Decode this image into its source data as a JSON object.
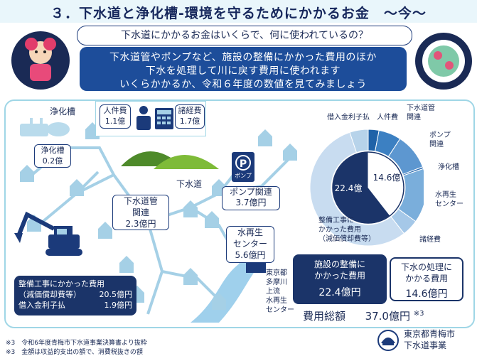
{
  "header": {
    "title": "３．下水道と浄化槽‐環境を守るためにかかるお金　～今～"
  },
  "question": "下水道にかかるお金はいくらで、何に使われているの？",
  "intro_lines": [
    "下水道管やポンプなど、施設の整備にかかった費用のほか",
    "下水を処理して川に戻す費用に使われます",
    "いくらかかるか、令和６年度の数値を見てみましょう"
  ],
  "diagram": {
    "johkaso_label": "浄化槽",
    "johkaso_cost": [
      "浄化槽",
      "0.2億"
    ],
    "jinken": [
      "人件費",
      "1.1億"
    ],
    "shokeihi": [
      "諸経費",
      "1.7億"
    ],
    "gesuido_label": "下水道",
    "kanro": [
      "下水道管",
      "関連",
      "2.3億円"
    ],
    "pump_icon_letter": "P",
    "pump_icon_text": "ポンプ",
    "pump": [
      "ポンプ関連",
      "3.7億円"
    ],
    "center": [
      "水再生",
      "センター",
      "5.6億円"
    ],
    "plant_name": [
      "東京都",
      "多摩川",
      "上流",
      "水再生",
      "センター"
    ],
    "maintenance": {
      "title": "整備工事にかかった費用",
      "line1_label": "（減価償却費等）",
      "line1_value": "20.5億円",
      "line2_label": "借入金利子払",
      "line2_value": "1.9億円"
    }
  },
  "chart_data": {
    "type": "pie",
    "inner": [
      {
        "name": "",
        "value": 22.4,
        "label": "22.4億",
        "color": "#1b3469"
      },
      {
        "name": "",
        "value": 14.6,
        "label": "14.6億",
        "color": "#ffffff"
      }
    ],
    "outer": [
      {
        "name": "借入金利子払",
        "value": 1.9,
        "color": "#b7d3ea"
      },
      {
        "name": "人件費",
        "value": 1.1,
        "color": "#1f62a8"
      },
      {
        "name": "下水道管関連",
        "value": 2.3,
        "color": "#3c80c2"
      },
      {
        "name": "ポンプ関連",
        "value": 3.7,
        "color": "#5d97d0"
      },
      {
        "name": "浄化槽",
        "value": 0.2,
        "color": "#2c6bb0"
      },
      {
        "name": "水再生センター",
        "value": 5.6,
        "color": "#7aaedb"
      },
      {
        "name": "諸経費",
        "value": 1.7,
        "color": "#a5c8e8"
      },
      {
        "name": "整備工事にかかった費用（減価償却費等）",
        "value": 20.5,
        "color": "#c8dcf0"
      }
    ],
    "outer_labels": {
      "interest": "借入金利子払",
      "jinken": "人件費",
      "kanro": [
        "下水道管",
        "関連"
      ],
      "pump": [
        "ポンプ",
        "関連"
      ],
      "johkaso": "浄化槽",
      "center": [
        "水再生",
        "センター"
      ],
      "shokeihi": "諸経費",
      "maint": [
        "整備工事に",
        "かかった費用",
        "（減価償却費等）"
      ]
    }
  },
  "summary": {
    "facility": {
      "title": [
        "施設の整備に",
        "かかった費用"
      ],
      "value": "22.4億円"
    },
    "treatment": {
      "title": [
        "下水の処理に",
        "かかる費用"
      ],
      "value": "14.6億円"
    },
    "total_label": "費用総額",
    "total_value": "37.0億円",
    "total_note": "※3"
  },
  "footnotes": [
    "※3　令和6年度青梅市下水道事業決算書より抜粋",
    "※3　金額は収益的支出の額で、消費税抜きの額"
  ],
  "org": [
    "東京都青梅市",
    "下水道事業"
  ]
}
